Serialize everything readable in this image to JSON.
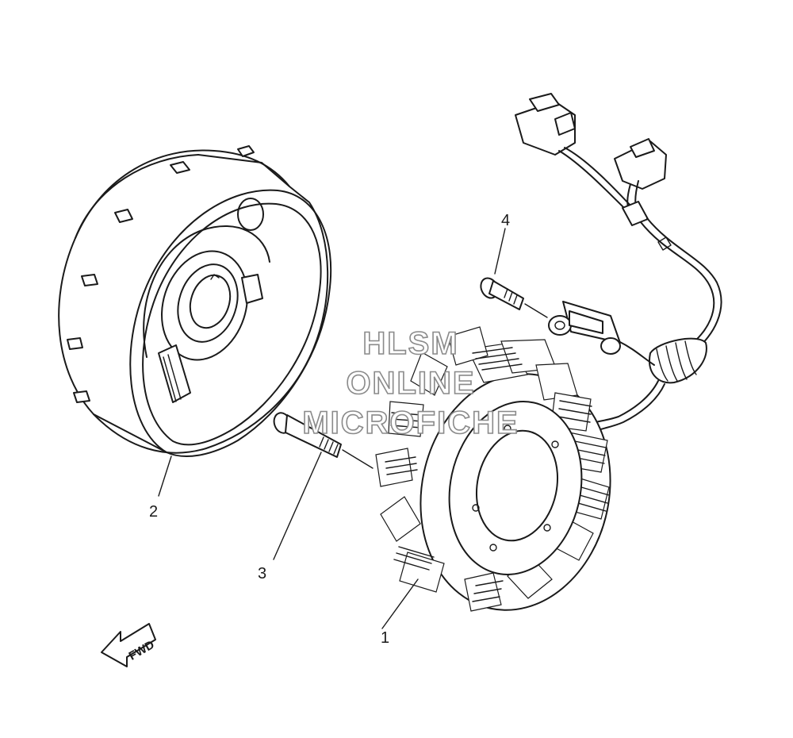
{
  "callouts": {
    "stator": "1",
    "rotor": "2",
    "bolt": "3",
    "screw": "4"
  },
  "direction_marker": "FWD",
  "watermark": {
    "line1": "HLSM",
    "line2": "ONLINE",
    "line3": "MICROFICHE"
  },
  "colors": {
    "line": "#1a1a1a",
    "watermark_outline": "#8a8a8a",
    "background": "#ffffff"
  }
}
